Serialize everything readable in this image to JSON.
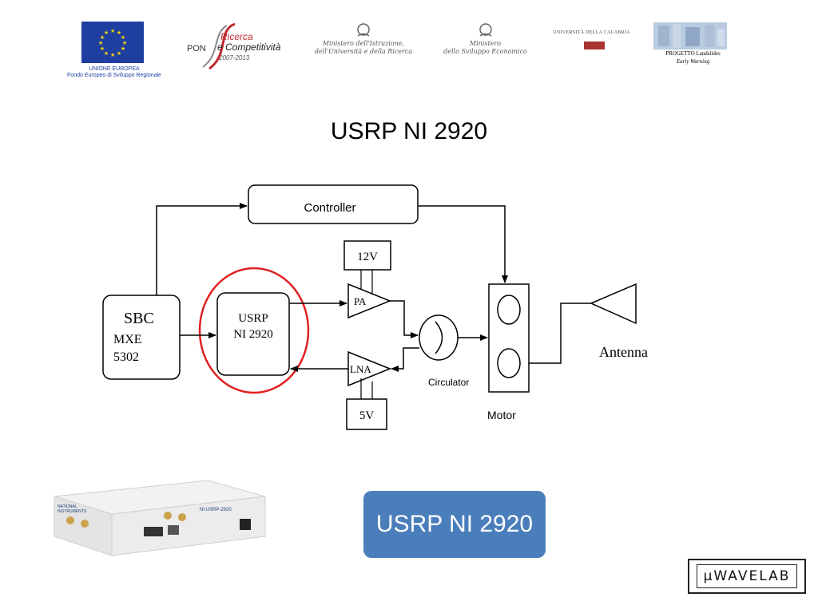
{
  "logos": {
    "eu_caption": "UNIONE EUROPEA",
    "eu_subcaption": "Fondo Europeo di Sviluppo Regionale",
    "pon_prefix": "PON",
    "pon_line1": "Ricerca",
    "pon_line2": "e Competitività",
    "pon_years": "2007-2013",
    "ministry1_line1": "Ministero dell'Istruzione,",
    "ministry1_line2": "dell'Università e della Ricerca",
    "ministry2_line1": "Ministero",
    "ministry2_line2": "dello Sviluppo Economico",
    "unical": "UNIVERSITÀ DELLA CALABRIA",
    "progetto_line1": "PROGETTO Landslides",
    "progetto_line2": "Early Warning"
  },
  "title": "USRP NI 2920",
  "diagram": {
    "controller": "Controller",
    "sbc_line1": "SBC",
    "sbc_line2": "MXE",
    "sbc_line3": "5302",
    "usrp_line1": "USRP",
    "usrp_line2": "NI 2920",
    "pa": "PA",
    "lna": "LNA",
    "v12": "12V",
    "v5": "5V",
    "circulator": "Circulator",
    "motor": "Motor",
    "antenna": "Antenna"
  },
  "device": {
    "brand_line1": "NATIONAL",
    "brand_line2": "INSTRUMENTS",
    "model": "NI USRP-2920"
  },
  "callout": "USRP NI 2920",
  "lab_logo": "µWAVELAB",
  "colors": {
    "highlight_circle": "#e02020",
    "callout_bg": "#4a7ebb",
    "eu_blue": "#1f3fa0",
    "eu_star": "#ffd700",
    "pon_red": "#c0282d"
  }
}
